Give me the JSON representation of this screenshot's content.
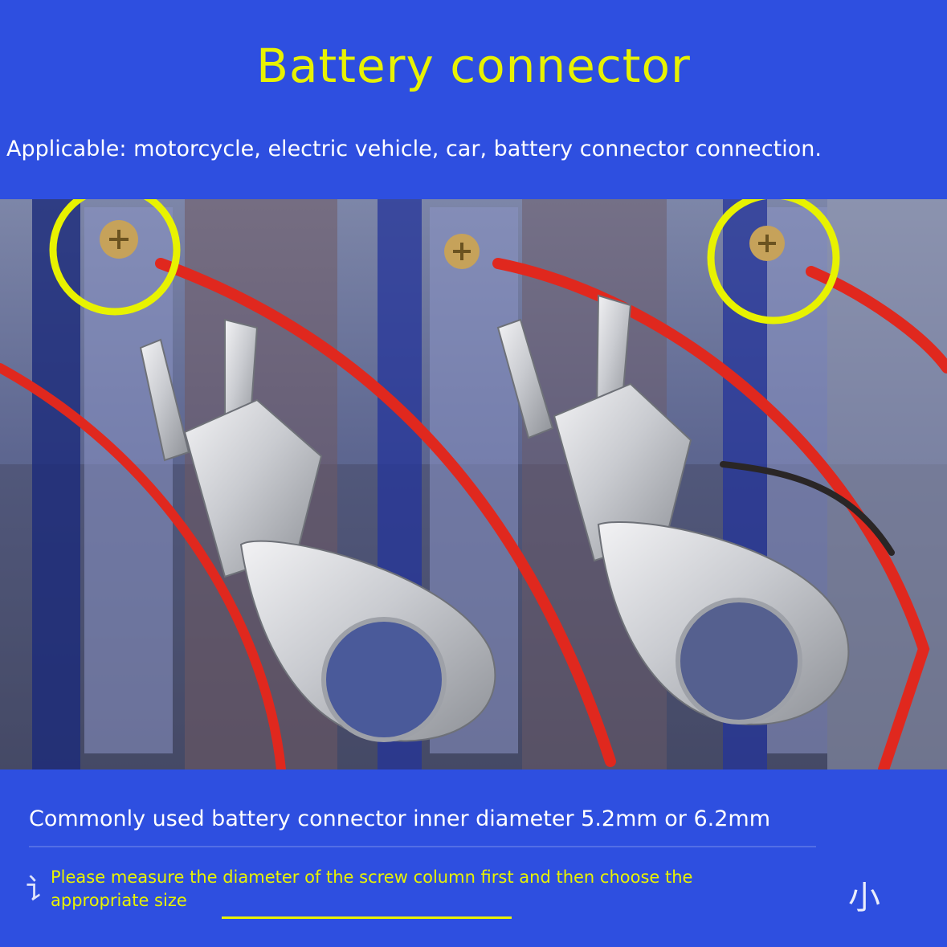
{
  "title": "Battery connector",
  "subtitle": "Applicable: motorcycle, electric vehicle, car, battery connector connection.",
  "note_main": "Commonly used battery connector inner diameter 5.2mm or 6.2mm",
  "note_small": "Please measure the diameter of the screw column first and then choose the appropriate size",
  "colors": {
    "background": "#2e4fe0",
    "title": "#e8f200",
    "highlight_ring": "#e8f200",
    "wire": "#e0281e"
  },
  "icons": [
    "ring-terminal-icon",
    "highlight-circle-icon",
    "screw-icon"
  ]
}
